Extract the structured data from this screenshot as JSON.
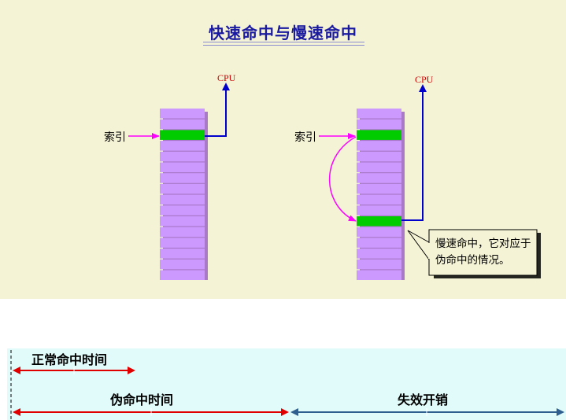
{
  "title": "快速命中与慢速命中",
  "left_diagram": {
    "index_label": "索引",
    "cpu_label": "CPU"
  },
  "right_diagram": {
    "index_label": "索引",
    "cpu_label": "CPU",
    "callout": "慢速命中，它对应于伪命中的情况。"
  },
  "timeline": {
    "normal_hit_label": "正常命中时间",
    "pseudo_hit_label": "伪命中时间",
    "miss_penalty_label": "失效开销"
  },
  "colors": {
    "cache_row": "#cc99ff",
    "hit_row": "#00cc00",
    "cpu_arrow": "#0000cc",
    "index_arrow": "#ff00ff",
    "red_arrow": "#e00000",
    "blue_arrow": "#2f5f8f"
  }
}
